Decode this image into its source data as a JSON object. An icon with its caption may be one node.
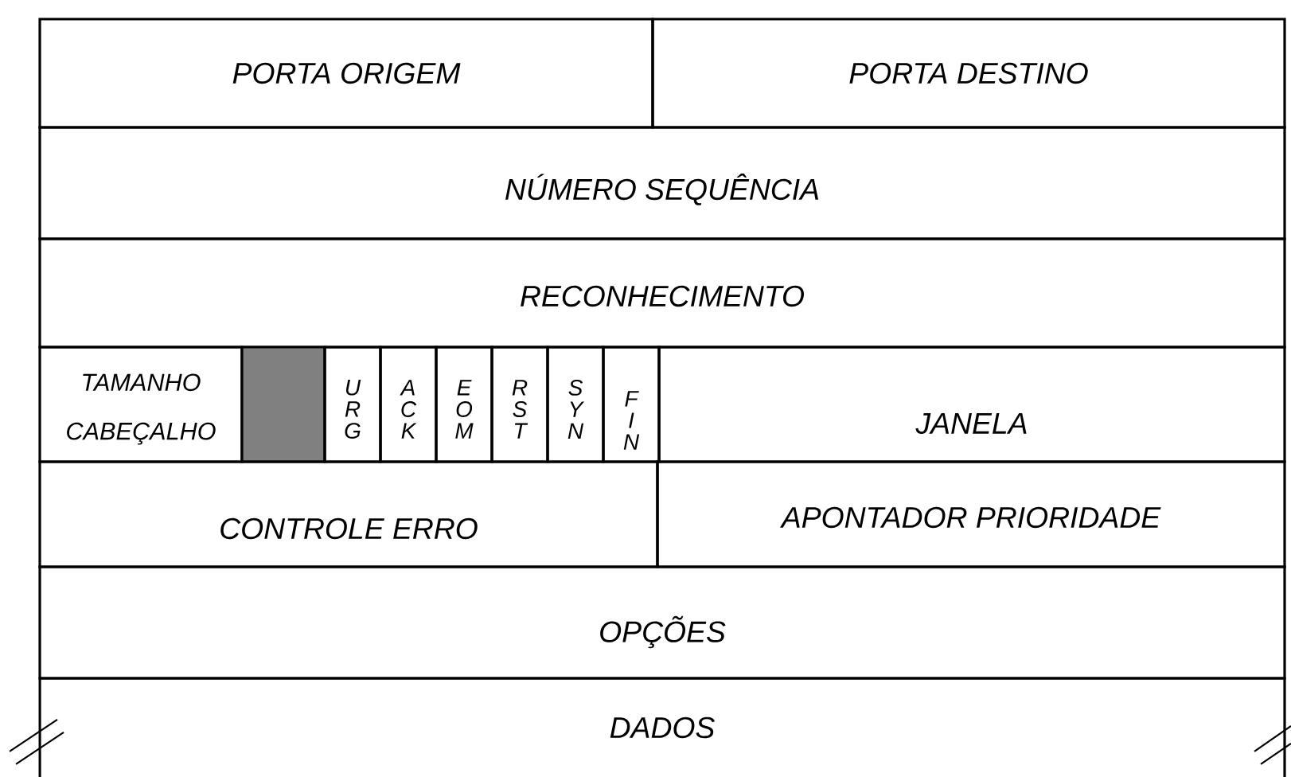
{
  "diagram": {
    "nodes": [
      {
        "text": [
          "PORTA ORIGEM"
        ]
      },
      {
        "text": [
          "PORTA DESTINO"
        ]
      },
      {
        "text": [
          "NÚMERO SEQUÊNCIA"
        ]
      },
      {
        "text": [
          "RECONHECIMENTO"
        ]
      },
      {
        "text": [
          "TAMANHO CABEÇALHO"
        ]
      },
      {
        "text": [],
        "shape": "box"
      },
      {
        "text": [
          "URG"
        ]
      },
      {
        "text": [
          "ACK"
        ]
      },
      {
        "text": [
          "EOM"
        ]
      },
      {
        "text": [
          "RST"
        ]
      },
      {
        "text": [
          "SYN"
        ]
      },
      {
        "text": [
          "FIN"
        ]
      },
      {
        "text": [
          "JANELA"
        ]
      },
      {
        "text": [
          "CONTROLE ERRO"
        ]
      },
      {
        "text": [
          "APONTADOR PRIORIDADE"
        ]
      },
      {
        "text": [
          "OPÇÕES"
        ]
      },
      {
        "text": [
          "DADOS"
        ]
      }
    ]
  }
}
